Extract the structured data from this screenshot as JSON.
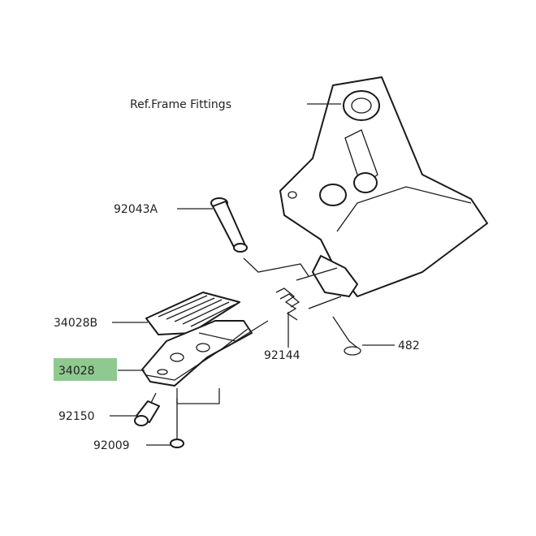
{
  "diagram": {
    "labels": {
      "ref_frame_fittings": "Ref.Frame Fittings",
      "pin": "92043A",
      "rubber_pad": "34028B",
      "footpeg": "34028",
      "spring": "92144",
      "clip": "482",
      "bolt": "92150",
      "screw": "92009"
    },
    "highlight_color": "#8fc98f"
  }
}
